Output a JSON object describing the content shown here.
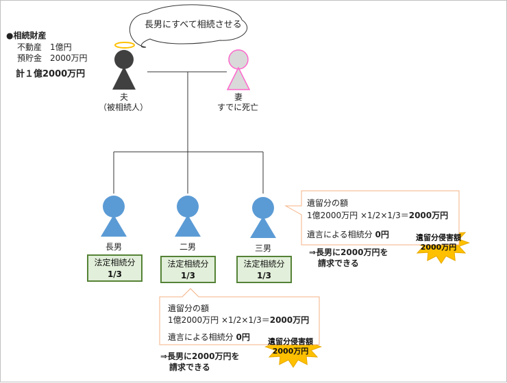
{
  "estate": {
    "heading": "●相続財産",
    "real_estate": "不動産　1億円",
    "savings": "預貯金　2000万円",
    "total": "計１億2000万円"
  },
  "speech": "長男にすべて相続させる",
  "husband": {
    "label": "夫",
    "sub": "（被相続人）"
  },
  "wife": {
    "label": "妻",
    "sub": "すでに死亡"
  },
  "children": [
    {
      "name": "長男",
      "share_label": "法定相続分",
      "share_value": "1/3"
    },
    {
      "name": "二男",
      "share_label": "法定相続分",
      "share_value": "1/3"
    },
    {
      "name": "三男",
      "share_label": "法定相続分",
      "share_value": "1/3"
    }
  ],
  "callout": {
    "title": "遺留分の額",
    "formula": "1億2000万円 ×1/2×1/3＝",
    "formula_result": "2000万円",
    "will_label": "遺言による相続分",
    "will_value": "0円",
    "claim_line1": "⇒長男に2000万円を",
    "claim_line2": "請求できる",
    "star_line1": "遺留分侵害額",
    "star_line2": "2000万円"
  },
  "colors": {
    "son": "#5b9bd5",
    "husband": "#404040",
    "wife_fill": "#d9d9d9",
    "wife_stroke": "#ff66cc",
    "halo": "#ffc000",
    "box_fill": "#e2efda",
    "box_border": "#548235",
    "callout_border": "#f4b183",
    "star": "#ffc000"
  }
}
